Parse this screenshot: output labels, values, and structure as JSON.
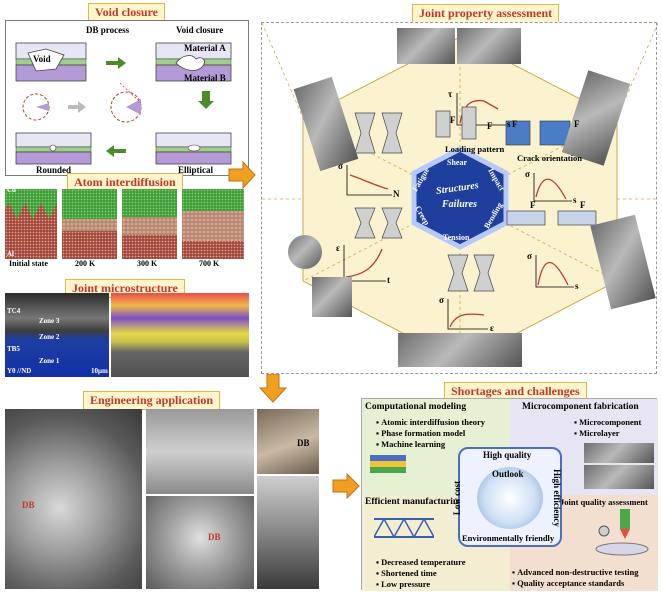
{
  "sections": {
    "void_closure": "Void closure",
    "atom_interdiffusion": "Atom interdiffusion",
    "joint_microstructure": "Joint microstructure",
    "engineering_application": "Engineering application",
    "joint_property_assessment": "Joint property assessment",
    "shortages_and_challenges": "Shortages and challenges"
  },
  "void_closure": {
    "db_process": "DB process",
    "void_closure_label": "Void closure",
    "void": "Void",
    "material_a": "Material A",
    "material_b": "Material B",
    "rounded": "Rounded",
    "elliptical": "Elliptical"
  },
  "atom": {
    "cu": "Cu",
    "al": "Al",
    "stages": [
      "Initial state",
      "200 K",
      "300 K",
      "700 K"
    ]
  },
  "microstructure": {
    "zones": [
      "TC4",
      "Zone 3",
      "Zone 2",
      "TB5",
      "Zone 1"
    ],
    "y0nd": "Y0 //ND",
    "scale": "10μm"
  },
  "engineering": {
    "db": "DB"
  },
  "hex": {
    "center_top": "Structures",
    "center_bottom": "Failures",
    "modes": [
      "Shear",
      "Impact",
      "Bending",
      "Tension",
      "Creep",
      "Fatigue"
    ],
    "loading_pattern": "Loading pattern",
    "crack_orientation": "Crack orientation",
    "force": "F",
    "axes": {
      "tau": "τ",
      "sigma": "σ",
      "s": "s",
      "n": "N",
      "eps": "ε",
      "t": "t"
    }
  },
  "shortages": {
    "computational_modeling": "Computational modeling",
    "comp_items": [
      "Atomic interdiffusion theory",
      "Phase formation model",
      "Machine learning"
    ],
    "efficient_manufacturing": "Efficient manufacturing",
    "manuf_items": [
      "Decreased temperature",
      "Shortened time",
      "Low pressure"
    ],
    "micro_fabrication": "Microcomponent fabrication",
    "micro_items": [
      "Microcomponent",
      "Microlayer"
    ],
    "joint_quality": "Joint quality assessment",
    "quality_items": [
      "Advanced non-destructive testing",
      "Quality acceptance standards"
    ],
    "outlook": "Outlook",
    "high_quality": "High quality",
    "high_efficiency": "High efficiency",
    "low_cost": "Low cost",
    "env_friendly": "Environmentally friendly"
  }
}
